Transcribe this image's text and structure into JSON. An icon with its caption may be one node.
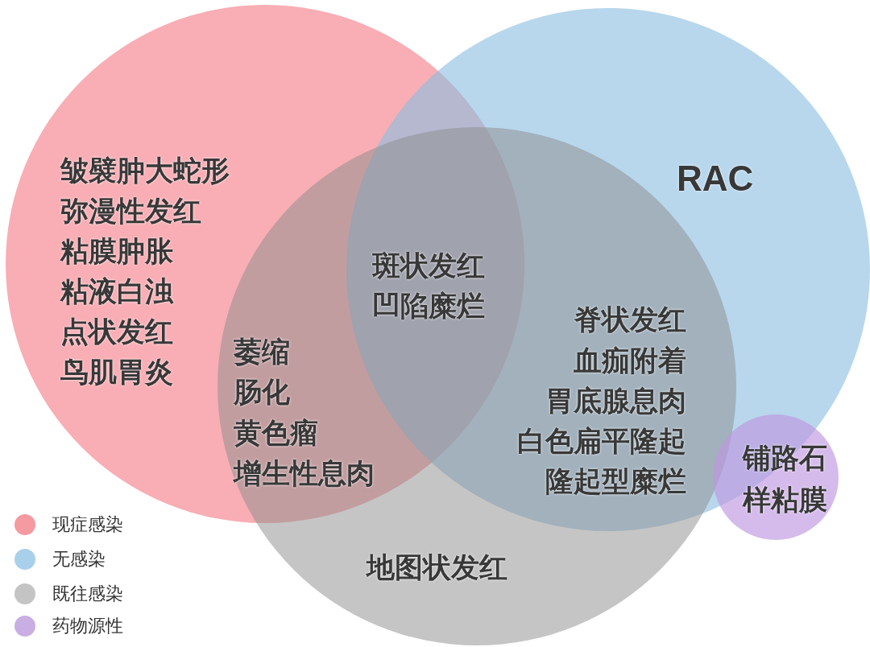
{
  "diagram": {
    "nodes": [
      {
        "text": [],
        "shape": "circle"
      },
      {
        "text": [],
        "shape": "circle"
      },
      {
        "text": [],
        "shape": "circle"
      },
      {
        "text": [
          "铺路石样粘膜"
        ]
      }
    ],
    "labels": [
      "皱襞肿大蛇形",
      "弥漫性发红",
      "粘膜肿胀",
      "粘液白浊",
      "点状发红",
      "鸟肌胃炎",
      "RAC",
      "斑状发红",
      "凹陷糜烂",
      "萎缩",
      "肠化",
      "黄色瘤",
      "增生性息肉",
      "脊状发红",
      "血痂附着",
      "胃底腺息肉",
      "白色扁平隆起",
      "隆起型糜烂",
      "地图状发红"
    ],
    "legend": [
      {
        "text": "现症感染",
        "color": "#f59aa1"
      },
      {
        "text": "无感染",
        "color": "#a9d0ea"
      },
      {
        "text": "既往感染",
        "color": "#c4c4c4"
      },
      {
        "text": "药物源性",
        "color": "#c9aee3"
      }
    ]
  }
}
